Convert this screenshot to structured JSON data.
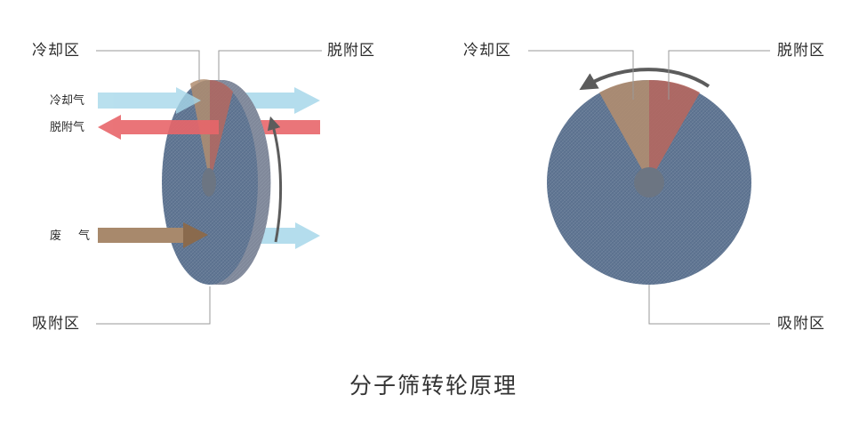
{
  "left_diagram": {
    "label_cooling_zone": "冷却区",
    "label_desorption_zone": "脱附区",
    "label_adsorption_zone": "吸附区",
    "label_cooling_air": "冷却气",
    "label_desorption_air": "脱附气",
    "label_exhaust_gas_a": "废",
    "label_exhaust_gas_b": "气"
  },
  "right_diagram": {
    "label_cooling_zone": "冷却区",
    "label_desorption_zone": "脱附区",
    "label_adsorption_zone": "吸附区"
  },
  "caption": "分子筛转轮原理",
  "colors": {
    "wheel_face": "#5f7591",
    "wheel_edge": "#8390a2",
    "cooling_sector": "#b08d70",
    "desorption_sector": "#b5685f",
    "hub": "#6c7582",
    "cooling_air_arrow": "#a7d8ea",
    "desorption_air_arrow": "#e8666a",
    "exhaust_arrow": "#8a6a4d",
    "rotation_arrow": "#5c5c5c",
    "leader_line": "#9a9a9a"
  }
}
